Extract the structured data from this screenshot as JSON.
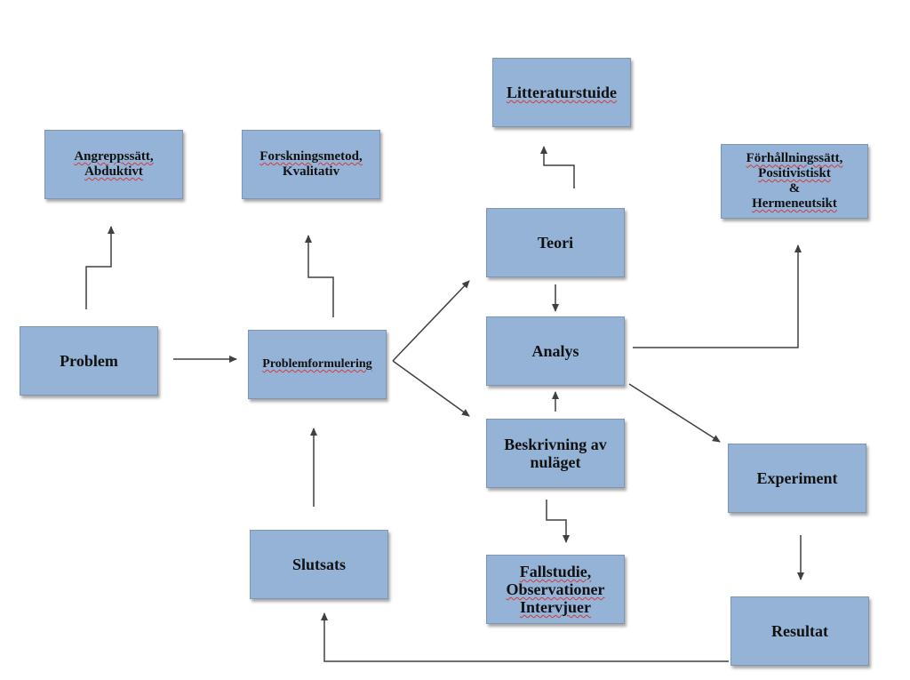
{
  "nodes": {
    "litteraturstuide": "Litteraturstuide",
    "angreppssatt": [
      "Angreppssätt,",
      "Abduktivt"
    ],
    "forskningsmetod": [
      "Forskningsmetod,",
      "Kvalitativ"
    ],
    "forhallningssatt": [
      "Förhållningssätt,",
      "Positivistiskt",
      "&",
      "Hermeneutsikt"
    ],
    "problem": "Problem",
    "problemformulering": "Problemformulering",
    "teori": "Teori",
    "analys": "Analys",
    "beskrivning": [
      "Beskrivning av",
      "nuläget"
    ],
    "experiment": "Experiment",
    "slutsats": "Slutsats",
    "fallstudie": [
      "Fallstudie,",
      "Observationer",
      "Intervjuer"
    ],
    "resultat": "Resultat"
  },
  "colors": {
    "box_fill": "#95b3d7",
    "box_border": "#7f96b3",
    "arrow": "#404040",
    "spellcheck": "#d23a3a"
  }
}
